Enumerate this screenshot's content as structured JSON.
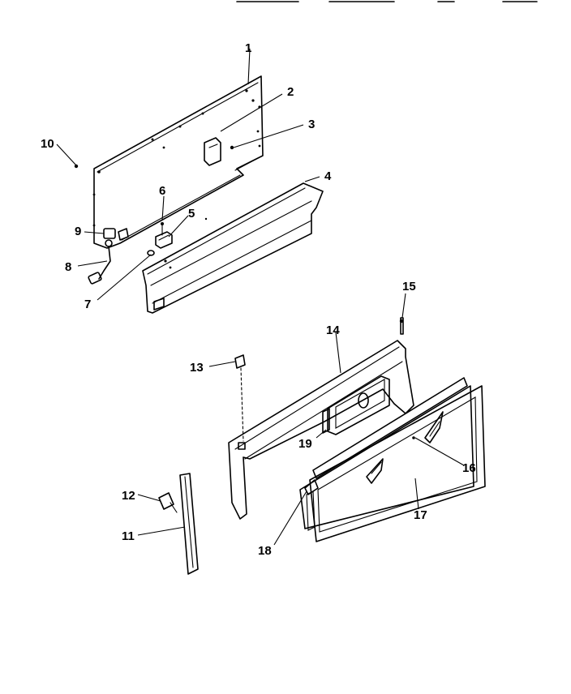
{
  "header": {
    "rule_count": 4
  },
  "callouts": [
    "1",
    "2",
    "3",
    "4",
    "5",
    "6",
    "7",
    "8",
    "9",
    "10",
    "11",
    "12",
    "13",
    "14",
    "15",
    "16",
    "17",
    "18",
    "19"
  ]
}
